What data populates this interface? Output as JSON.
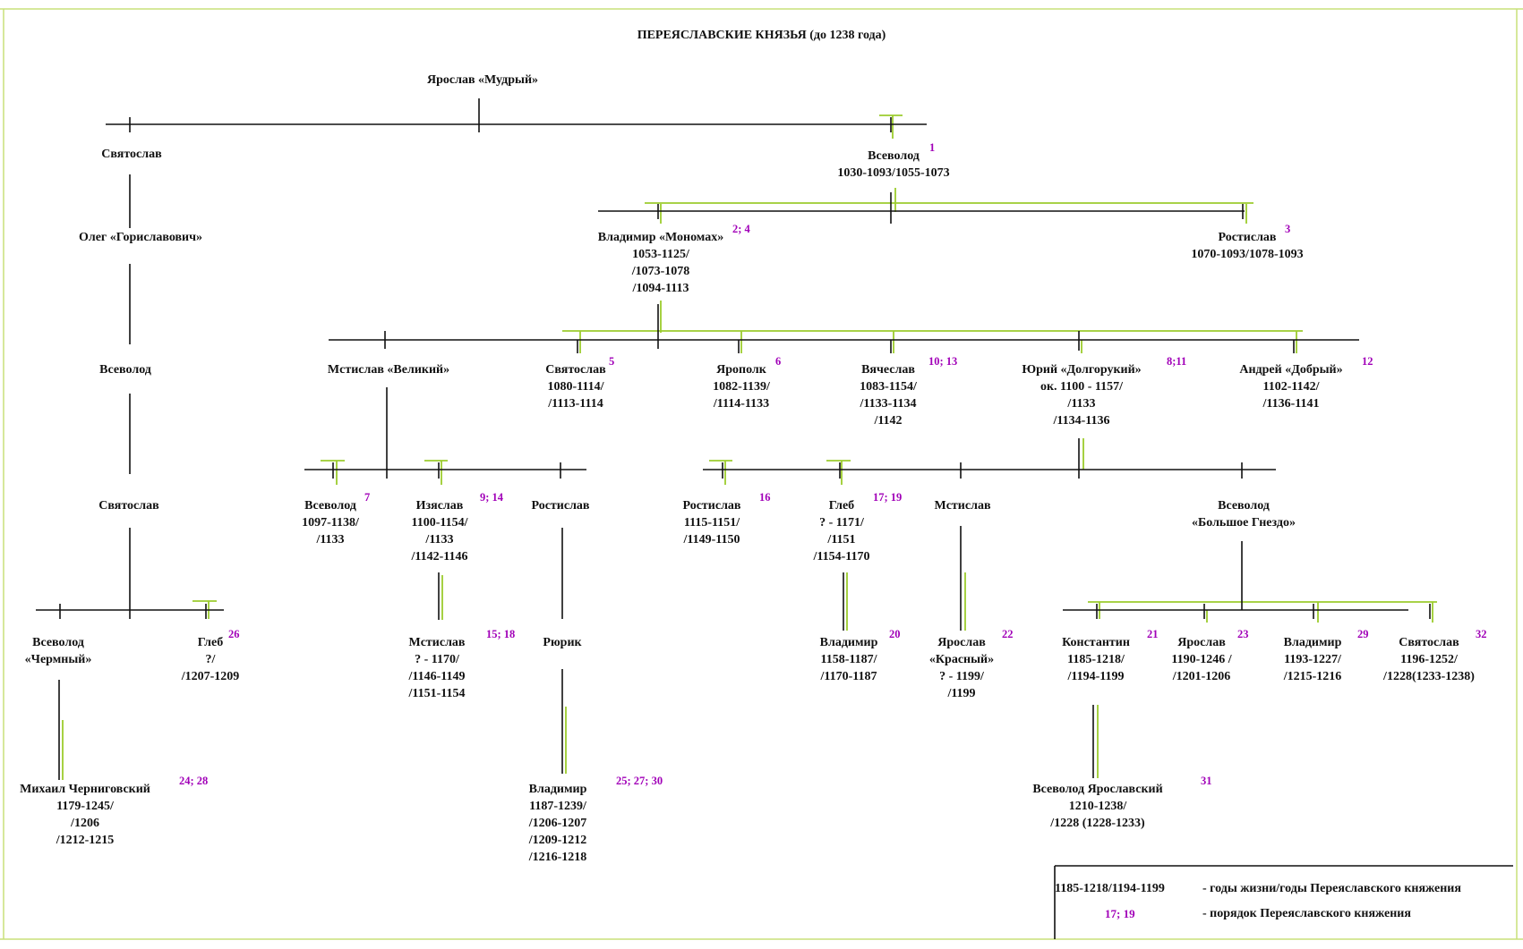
{
  "title": "ПЕРЕЯСЛАВСКИЕ КНЯЗЬЯ (до 1238 года)",
  "colors": {
    "line": "#111111",
    "accent": "#9ccc2e",
    "order": "#a100b8",
    "frame": "#c8e07a"
  },
  "nodes": {
    "yaroslav_mudry": {
      "name": "Ярослав «Мудрый»",
      "lines": [],
      "order": ""
    },
    "svyatoslav_1": {
      "name": "Святослав",
      "lines": [],
      "order": ""
    },
    "vsevolod_1": {
      "name": "Всеволод",
      "lines": [
        "1030-1093/1055-1073"
      ],
      "order": "1"
    },
    "oleg": {
      "name": "Олег  «Гориславович»",
      "lines": [],
      "order": ""
    },
    "monomakh": {
      "name": "Владимир «Мономах»",
      "lines": [
        "1053-1125/",
        "/1073-1078",
        "/1094-1113"
      ],
      "order": "2; 4"
    },
    "rostislav_1": {
      "name": "Ростислав",
      "lines": [
        "1070-1093/1078-1093"
      ],
      "order": "3"
    },
    "vsevolod_olgovich": {
      "name": "Всеволод",
      "lines": [],
      "order": ""
    },
    "mstislav_veliky": {
      "name": "Мстислав «Великий»",
      "lines": [],
      "order": ""
    },
    "svyatoslav_2": {
      "name": "Святослав",
      "lines": [
        "1080-1114/",
        "/1113-1114"
      ],
      "order": "5"
    },
    "yaropolk": {
      "name": "Ярополк",
      "lines": [
        "1082-1139/",
        "/1114-1133"
      ],
      "order": "6"
    },
    "vyacheslav": {
      "name": "Вячеслав",
      "lines": [
        "1083-1154/",
        "/1133-1134",
        "/1142"
      ],
      "order": "10; 13"
    },
    "yury": {
      "name": "Юрий «Долгорукий»",
      "lines": [
        "ок. 1100 - 1157/",
        "/1133",
        "/1134-1136"
      ],
      "order": "8;11"
    },
    "andrey": {
      "name": "Андрей  «Добрый»",
      "lines": [
        "1102-1142/",
        "/1136-1141"
      ],
      "order": "12"
    },
    "svyatoslav_3": {
      "name": "Святослав",
      "lines": [],
      "order": ""
    },
    "vsevolod_2": {
      "name": "Всеволод",
      "lines": [
        "1097-1138/",
        "/1133"
      ],
      "order": "7"
    },
    "izyaslav": {
      "name": "Изяслав",
      "lines": [
        "1100-1154/",
        "/1133",
        "/1142-1146"
      ],
      "order": "9; 14"
    },
    "rostislav_2": {
      "name": "Ростислав",
      "lines": [],
      "order": ""
    },
    "rostislav_3": {
      "name": "Ростислав",
      "lines": [
        "1115-1151/",
        "/1149-1150"
      ],
      "order": "16"
    },
    "gleb_1": {
      "name": "Глеб",
      "lines": [
        "? - 1171/",
        "/1151",
        "/1154-1170"
      ],
      "order": "17; 19"
    },
    "mstislav_2": {
      "name": "Мстислав",
      "lines": [],
      "order": ""
    },
    "vsevolod_gnezdo": {
      "name": "Всеволод",
      "lines": [
        "«Большое Гнездо»"
      ],
      "order": ""
    },
    "vsevolod_chermny": {
      "name": "Всеволод",
      "lines": [
        "«Чермный»"
      ],
      "order": ""
    },
    "gleb_2": {
      "name": "Глеб",
      "lines": [
        "?/",
        "/1207-1209"
      ],
      "order": "26"
    },
    "mstislav_3": {
      "name": "Мстислав",
      "lines": [
        "? - 1170/",
        "/1146-1149",
        "/1151-1154"
      ],
      "order": "15; 18"
    },
    "ryurik": {
      "name": "Рюрик",
      "lines": [],
      "order": ""
    },
    "vladimir_1": {
      "name": "Владимир",
      "lines": [
        "1158-1187/",
        "/1170-1187"
      ],
      "order": "20"
    },
    "yaroslav_krasny": {
      "name": "Ярослав",
      "lines": [
        "«Красный»",
        "? - 1199/",
        "/1199"
      ],
      "order": "22"
    },
    "konstantin": {
      "name": "Константин",
      "lines": [
        "1185-1218/",
        "/1194-1199"
      ],
      "order": "21"
    },
    "yaroslav_2": {
      "name": "Ярослав",
      "lines": [
        "1190-1246 /",
        "/1201-1206"
      ],
      "order": "23"
    },
    "vladimir_2": {
      "name": "Владимир",
      "lines": [
        "1193-1227/",
        "/1215-1216"
      ],
      "order": "29"
    },
    "svyatoslav_4": {
      "name": "Святослав",
      "lines": [
        "1196-1252/",
        "/1228(1233-1238)"
      ],
      "order": "32"
    },
    "mikhail": {
      "name": "Михаил  Черниговский",
      "lines": [
        "1179-1245/",
        "/1206",
        "/1212-1215"
      ],
      "order": "24; 28"
    },
    "vladimir_3": {
      "name": "Владимир",
      "lines": [
        "1187-1239/",
        "/1206-1207",
        "/1209-1212",
        "/1216-1218"
      ],
      "order": "25; 27; 30"
    },
    "vsevolod_yaroslavsky": {
      "name": "Всеволод Ярославский",
      "lines": [
        "1210-1238/",
        "/1228 (1228-1233)"
      ],
      "order": "31"
    }
  },
  "legend": {
    "example_dates": "1185-1218/1194-1199",
    "dates_desc": "- годы жизни/годы Переяславского княжения",
    "example_order": "17; 19",
    "order_desc": "- порядок Переяславского княжения"
  }
}
